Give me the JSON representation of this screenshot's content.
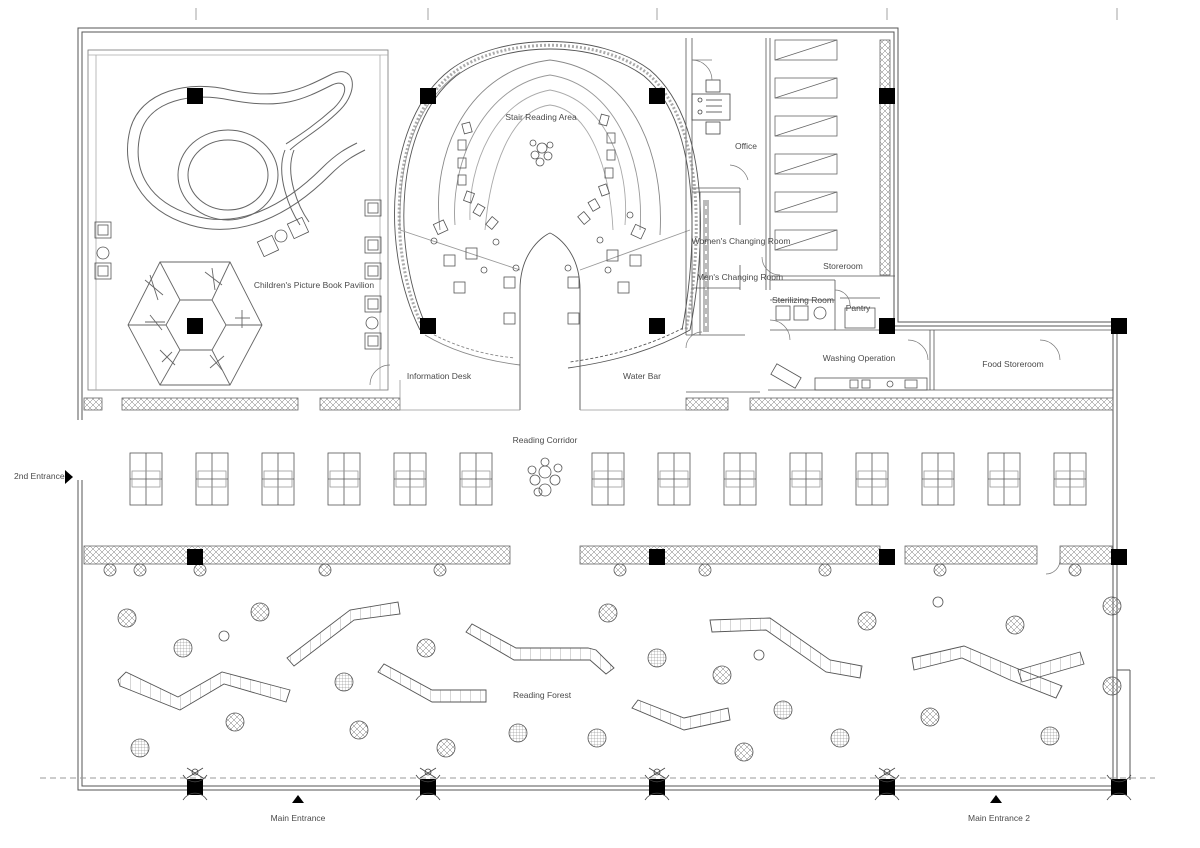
{
  "plan": {
    "labels": {
      "stair_reading_area": "Stair Reading Area",
      "office": "Office",
      "childrens_pavilion": "Children's Picture Book Pavilion",
      "womens_changing_room": "Women's Changing Room",
      "mens_changing_room": "Men's Changing Room",
      "storeroom": "Storeroom",
      "sterilizing_room": "Sterilizing Room",
      "pantry": "Pantry",
      "washing_operation": "Washing Operation",
      "food_storeroom": "Food Storeroom",
      "information_desk": "Information Desk",
      "water_bar": "Water Bar",
      "reading_corridor": "Reading Corridor",
      "reading_forest": "Reading Forest",
      "second_entrance": "2nd Entrance",
      "main_entrance": "Main Entrance",
      "main_entrance_2": "Main Entrance 2"
    },
    "colors": {
      "line": "#555555",
      "light_line": "#8c8c8c",
      "column": "#000000",
      "text": "#4a4a4a"
    }
  }
}
